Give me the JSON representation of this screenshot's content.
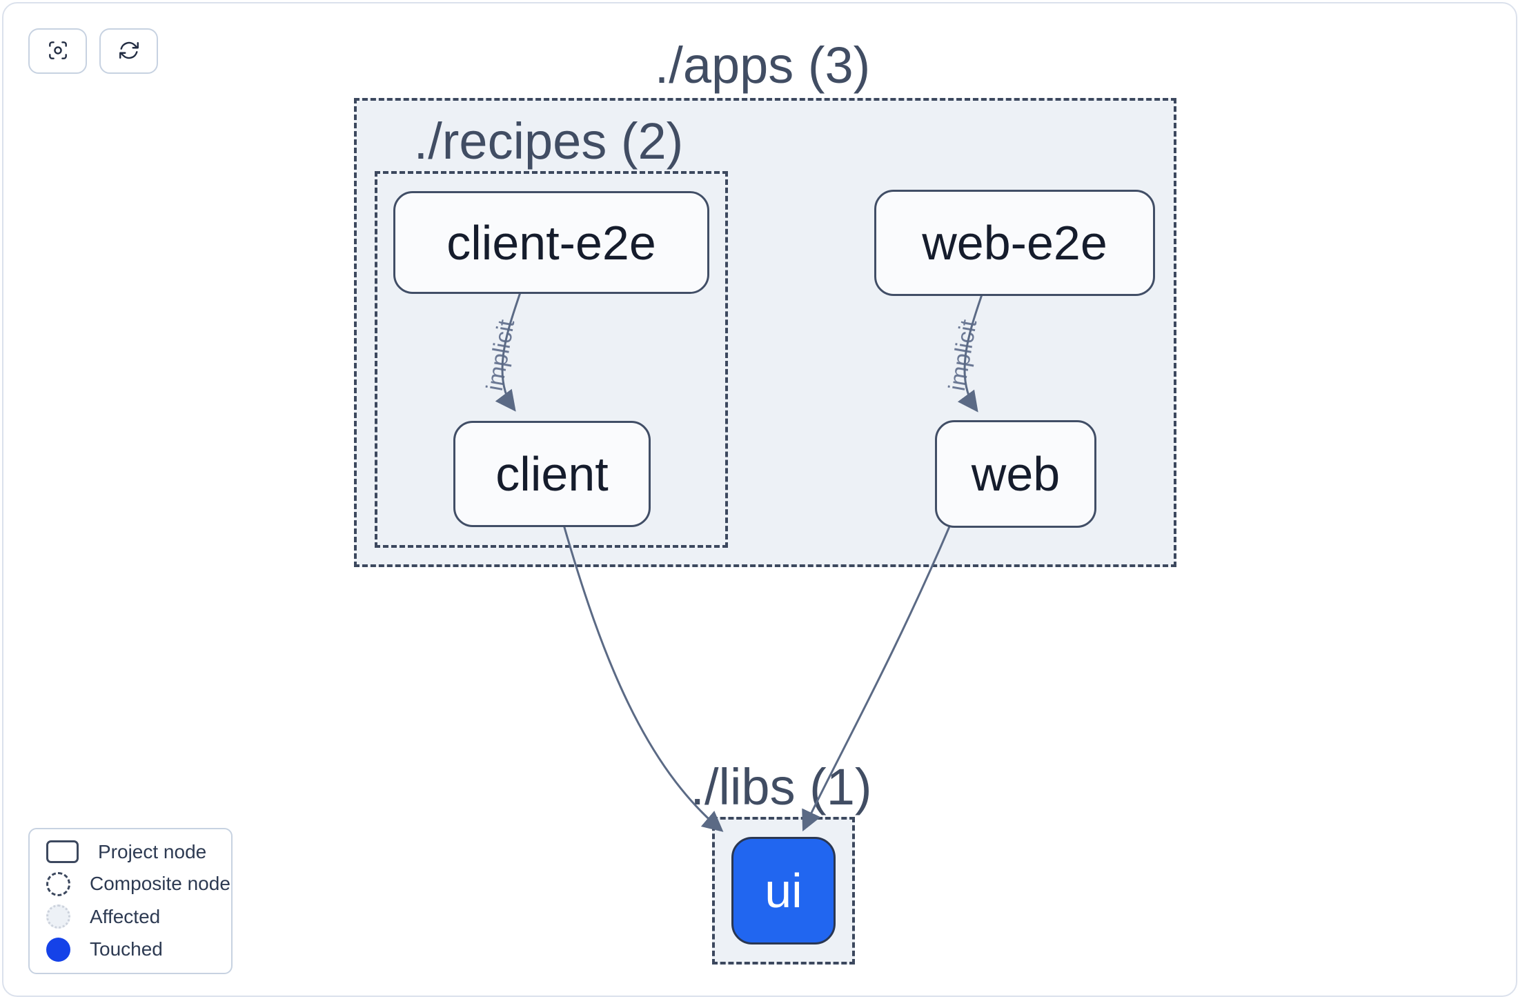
{
  "toolbar": {
    "buttons": [
      {
        "icon": "viewfinder-focus-icon"
      },
      {
        "icon": "refresh-icon"
      }
    ]
  },
  "graph": {
    "containers": [
      {
        "id": "apps",
        "label": "./apps (3)",
        "count": 3
      },
      {
        "id": "recipes",
        "label": "./recipes (2)",
        "count": 2
      },
      {
        "id": "libs",
        "label": "./libs (1)",
        "count": 1
      }
    ],
    "nodes": [
      {
        "id": "client-e2e",
        "label": "client-e2e",
        "parent": "recipes",
        "state": "normal"
      },
      {
        "id": "client",
        "label": "client",
        "parent": "recipes",
        "state": "normal"
      },
      {
        "id": "web-e2e",
        "label": "web-e2e",
        "parent": "apps",
        "state": "normal"
      },
      {
        "id": "web",
        "label": "web",
        "parent": "apps",
        "state": "normal"
      },
      {
        "id": "ui",
        "label": "ui",
        "parent": "libs",
        "state": "touched"
      }
    ],
    "edges": [
      {
        "from": "client-e2e",
        "to": "client",
        "label": "implicit"
      },
      {
        "from": "web-e2e",
        "to": "web",
        "label": "implicit"
      },
      {
        "from": "client",
        "to": "ui",
        "label": ""
      },
      {
        "from": "web",
        "to": "ui",
        "label": ""
      }
    ]
  },
  "legend": {
    "items": [
      {
        "swatch": "project",
        "label": "Project node"
      },
      {
        "swatch": "composite",
        "label": "Composite node"
      },
      {
        "swatch": "affected",
        "label": "Affected"
      },
      {
        "swatch": "touched",
        "label": "Touched"
      }
    ]
  },
  "colors": {
    "touched": "#1542e8",
    "touched_node_fill": "#2166f0",
    "affected_fill": "#edf1f6",
    "composite_fill": "#edf1f6",
    "dashed_border": "#3c485e",
    "node_border": "#414e66",
    "node_fill": "#fafbfd",
    "edge_stroke": "#5b6a85",
    "label_text": "#414d63"
  }
}
